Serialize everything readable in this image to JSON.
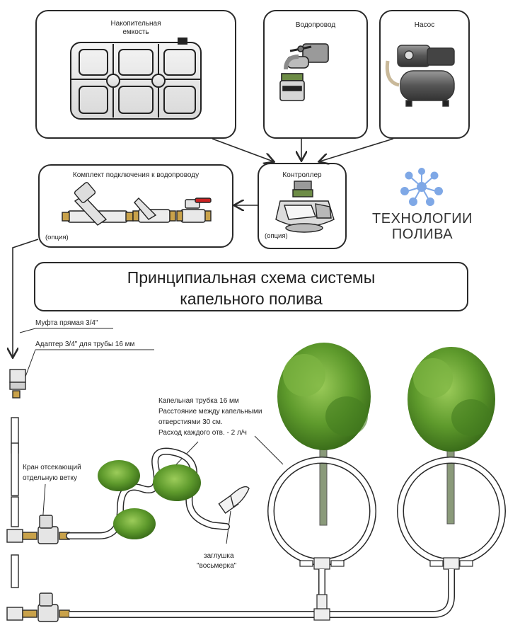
{
  "boxes": {
    "tank": {
      "label": "Накопительная емкость"
    },
    "water_supply": {
      "label": "Водопровод"
    },
    "pump": {
      "label": "Насос"
    },
    "connection_kit": {
      "label": "Комплект подключения к водопроводу",
      "note": "(опция)"
    },
    "controller": {
      "label": "Контроллер",
      "note": "(опция)"
    }
  },
  "title": {
    "line1": "Принципиальная схема системы",
    "line2": "капельного полива"
  },
  "brand": {
    "line1": "ТЕХНОЛОГИИ",
    "line2": "ПОЛИВА",
    "icon": "molecule-icon",
    "color": "#7fa8e6"
  },
  "labels": {
    "coupling": "Муфта прямая 3/4\"",
    "adapter": "Адаптер 3/4\" для трубы 16 мм",
    "drip_tube_1": "Капельная трубка 16 мм",
    "drip_tube_2": "Расстояние между капельными",
    "drip_tube_3": "отверстиями 30 см.",
    "drip_tube_4": "Расход каждого отв. - 2 л/ч",
    "valve_1": "Кран отсекающий",
    "valve_2": "отдельную ветку",
    "plug_1": "заглушка",
    "plug_2": "\"восьмерка\""
  },
  "colors": {
    "line": "#2a2a2a",
    "tree_green": "#5e9a2c",
    "leaf_dark": "#3f7a1c",
    "trunk": "#8a9a7a"
  }
}
